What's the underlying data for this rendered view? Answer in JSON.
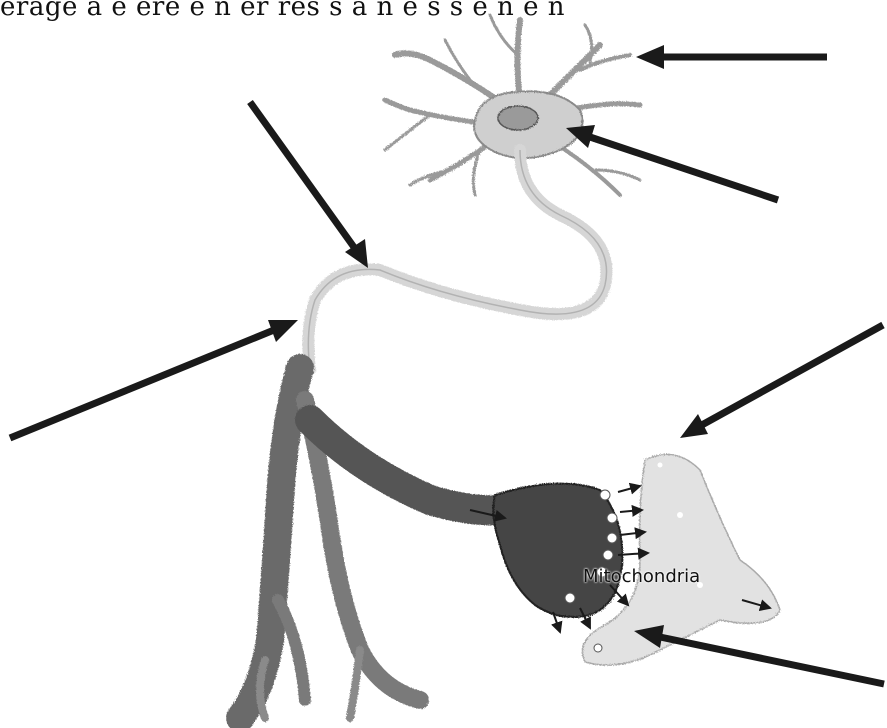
{
  "header_text": "erage  a  e  ere  e  n  er  res  s  a  n  e  s  s  e  n  e  n",
  "labels": {
    "mitochondria": "Mitochondria"
  },
  "colors": {
    "ink": "#1a1a1a",
    "cell_body": "#cfcfcf",
    "axon_light": "#dcdcdc",
    "axon_dark": "#6e6e6e",
    "terminal_dark": "#4a4a4a",
    "postsynaptic": "#e2e2e2"
  },
  "icons": [
    "label-arrow",
    "vesicle-dot",
    "release-arrow"
  ]
}
